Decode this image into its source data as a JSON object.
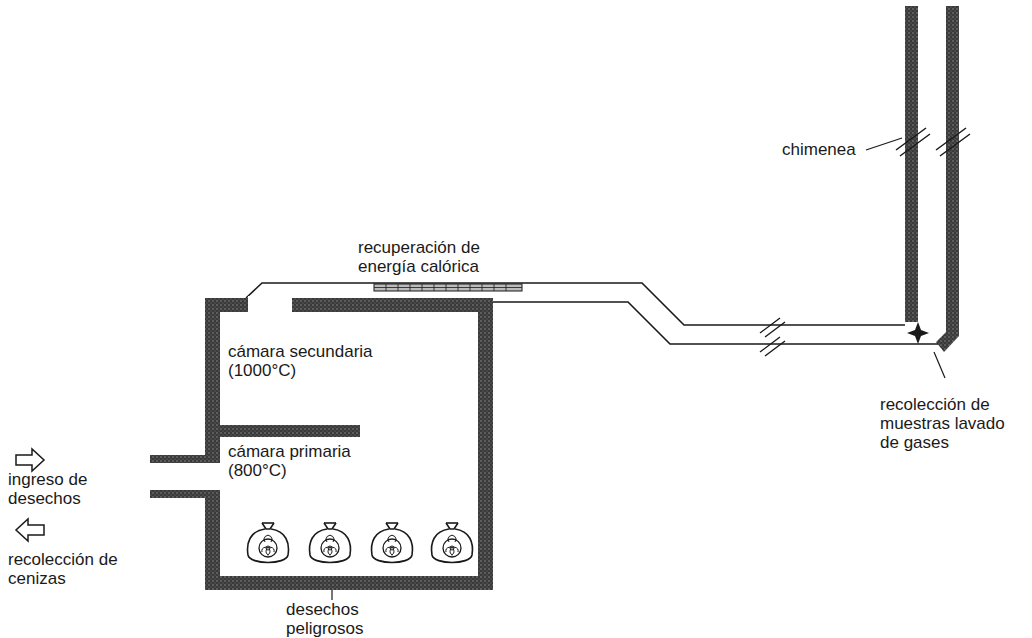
{
  "diagram": {
    "nodes": [
      {
        "text": [
          "cámara secundaria (1000°C)"
        ]
      },
      {
        "text": [
          "cámara primaria (800°C)"
        ]
      }
    ],
    "labels": [
      "chimenea",
      "recuperación de energía calórica",
      "recolección de muestras lavado de gases",
      "ingreso de desechos",
      "recolección de cenizas",
      "desechos peligrosos"
    ]
  }
}
